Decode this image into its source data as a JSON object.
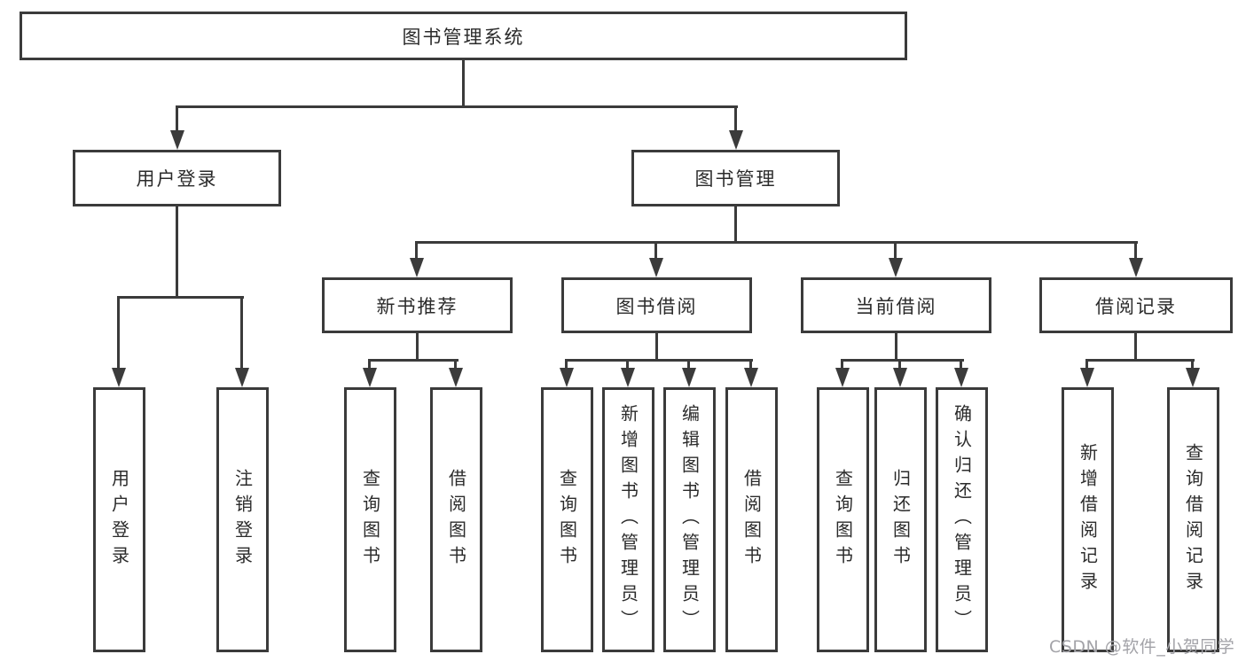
{
  "diagram": {
    "root": "图书管理系统",
    "level2": [
      "用户登录",
      "图书管理"
    ],
    "level3": [
      "新书推荐",
      "图书借阅",
      "当前借阅",
      "借阅记录"
    ],
    "groups": {
      "user_login": [
        "用户登录",
        "注销登录"
      ],
      "new_books": [
        "查询图书",
        "借阅图书"
      ],
      "book_borrow": [
        "查询图书",
        "新增图书（管理员）",
        "编辑图书（管理员）",
        "借阅图书"
      ],
      "current_borrow": [
        "查询图书",
        "归还图书",
        "确认归还（管理员）"
      ],
      "borrow_records": [
        "新增借阅记录",
        "查询借阅记录"
      ]
    },
    "watermark": "CSDN @软件_小贺同学",
    "colors": {
      "line": "#3b3b3b",
      "text": "#2b2b2b",
      "watermark": "#a3a3a8",
      "background": "#ffffff"
    }
  }
}
